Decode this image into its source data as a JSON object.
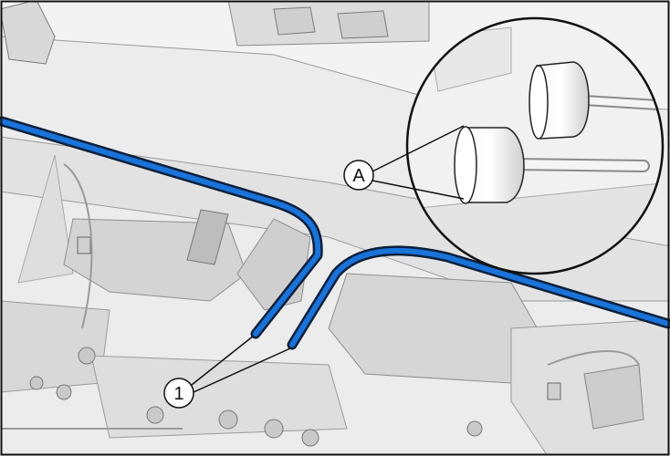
{
  "callouts": {
    "one": "1",
    "a": "A"
  },
  "colors": {
    "pipe_blue": "#1a73d9",
    "pipe_outline": "#0b1f3a",
    "background": "#e9e9e9",
    "line_gray": "#9a9a9a"
  },
  "icons": [
    "brake-line-pipe",
    "pipe-end-fitting",
    "magnified-detail-circle"
  ]
}
